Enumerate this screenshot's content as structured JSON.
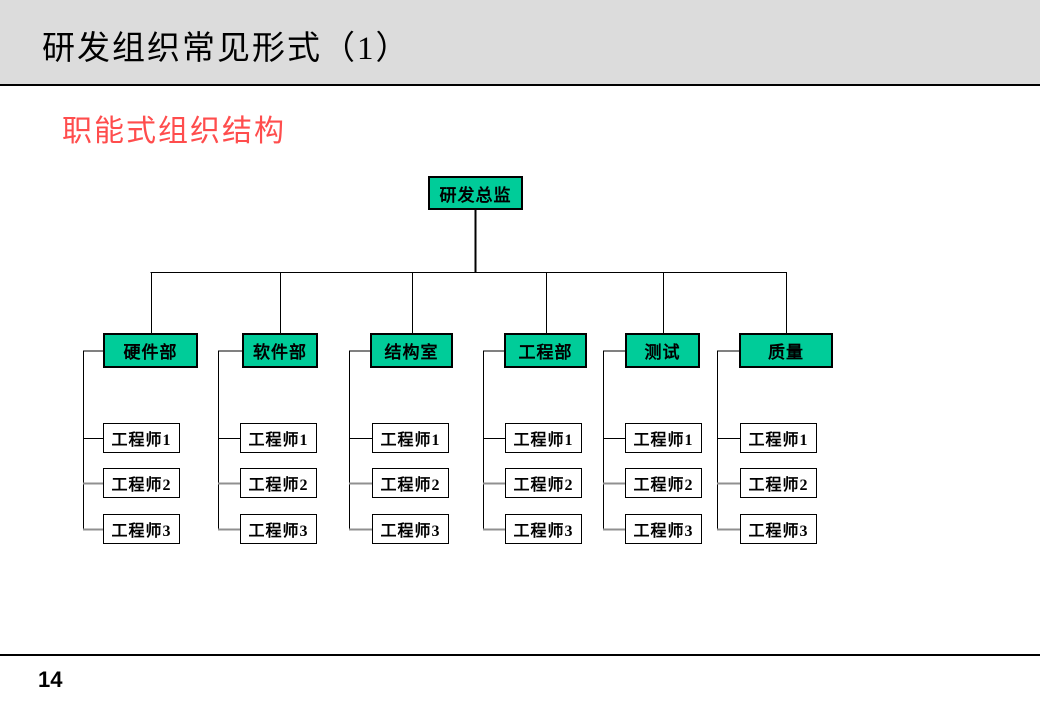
{
  "header": {
    "title": "研发组织常见形式（1）"
  },
  "section": {
    "subtitle": "职能式组织结构"
  },
  "footer": {
    "page_number": "14"
  },
  "colors": {
    "header_bg": "#DCDCDC",
    "accent_green": "#00CC99",
    "subtitle_red": "#FF4D4D",
    "line_black": "#000000",
    "line_gray": "#909090"
  },
  "org_chart": {
    "root": {
      "label": "研发总监"
    },
    "departments": [
      {
        "name": "硬件部",
        "children": [
          "工程师1",
          "工程师2",
          "工程师3"
        ]
      },
      {
        "name": "软件部",
        "children": [
          "工程师1",
          "工程师2",
          "工程师3"
        ]
      },
      {
        "name": "结构室",
        "children": [
          "工程师1",
          "工程师2",
          "工程师3"
        ]
      },
      {
        "name": "工程部",
        "children": [
          "工程师1",
          "工程师2",
          "工程师3"
        ]
      },
      {
        "name": "测试",
        "children": [
          "工程师1",
          "工程师2",
          "工程师3"
        ]
      },
      {
        "name": "质量",
        "children": [
          "工程师1",
          "工程师2",
          "工程师3"
        ]
      }
    ]
  }
}
